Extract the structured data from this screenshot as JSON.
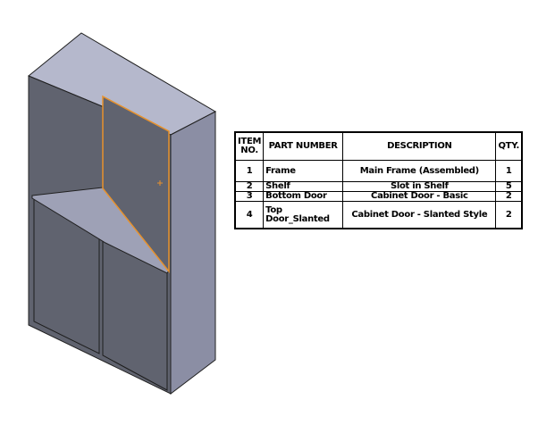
{
  "bom_table": {
    "headers": {
      "item_no_line1": "ITEM",
      "item_no_line2": "NO.",
      "part_number": "PART NUMBER",
      "description": "DESCRIPTION",
      "qty": "QTY."
    },
    "rows": [
      {
        "item": "1",
        "part_number": "Frame",
        "description": "Main Frame (Assembled)",
        "qty": "1"
      },
      {
        "item": "2",
        "part_number": "Shelf",
        "description": "Slot in Shelf",
        "qty": "5"
      },
      {
        "item": "3",
        "part_number": "Bottom Door",
        "description": "Cabinet Door - Basic",
        "qty": "2"
      },
      {
        "item": "4",
        "part_number": "Top Door_Slanted",
        "description": "Cabinet Door - Slanted Style",
        "qty": "2"
      }
    ]
  },
  "colors": {
    "background": "#ffffff",
    "cabinet_front": "#5f6274",
    "cabinet_side": "#8a8da3",
    "cabinet_top": "#b3b6cc",
    "selection_highlight": "#e8922c"
  }
}
